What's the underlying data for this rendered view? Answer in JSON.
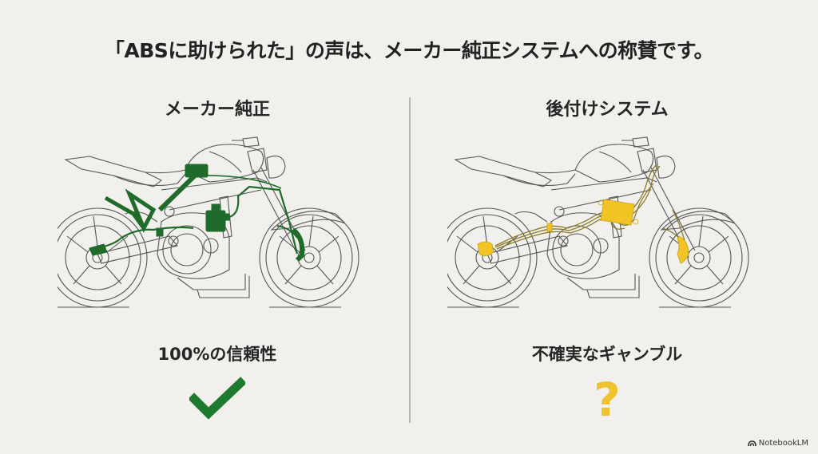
{
  "title": "「ABSに助けられた」の声は、メーカー純正システムへの称賛です。",
  "left": {
    "heading": "メーカー純正",
    "verdict": "100%の信頼性",
    "icon": "checkmark-icon",
    "accent_color": "#1e7a2e",
    "illustration": "motorcycle-with-integrated-abs-wiring"
  },
  "right": {
    "heading": "後付けシステム",
    "verdict": "不確実なギャンブル",
    "icon": "question-mark-icon",
    "icon_glyph": "?",
    "accent_color": "#f0c22e",
    "illustration": "motorcycle-with-aftermarket-abs-wiring"
  },
  "footer": {
    "brand": "NotebookLM"
  }
}
